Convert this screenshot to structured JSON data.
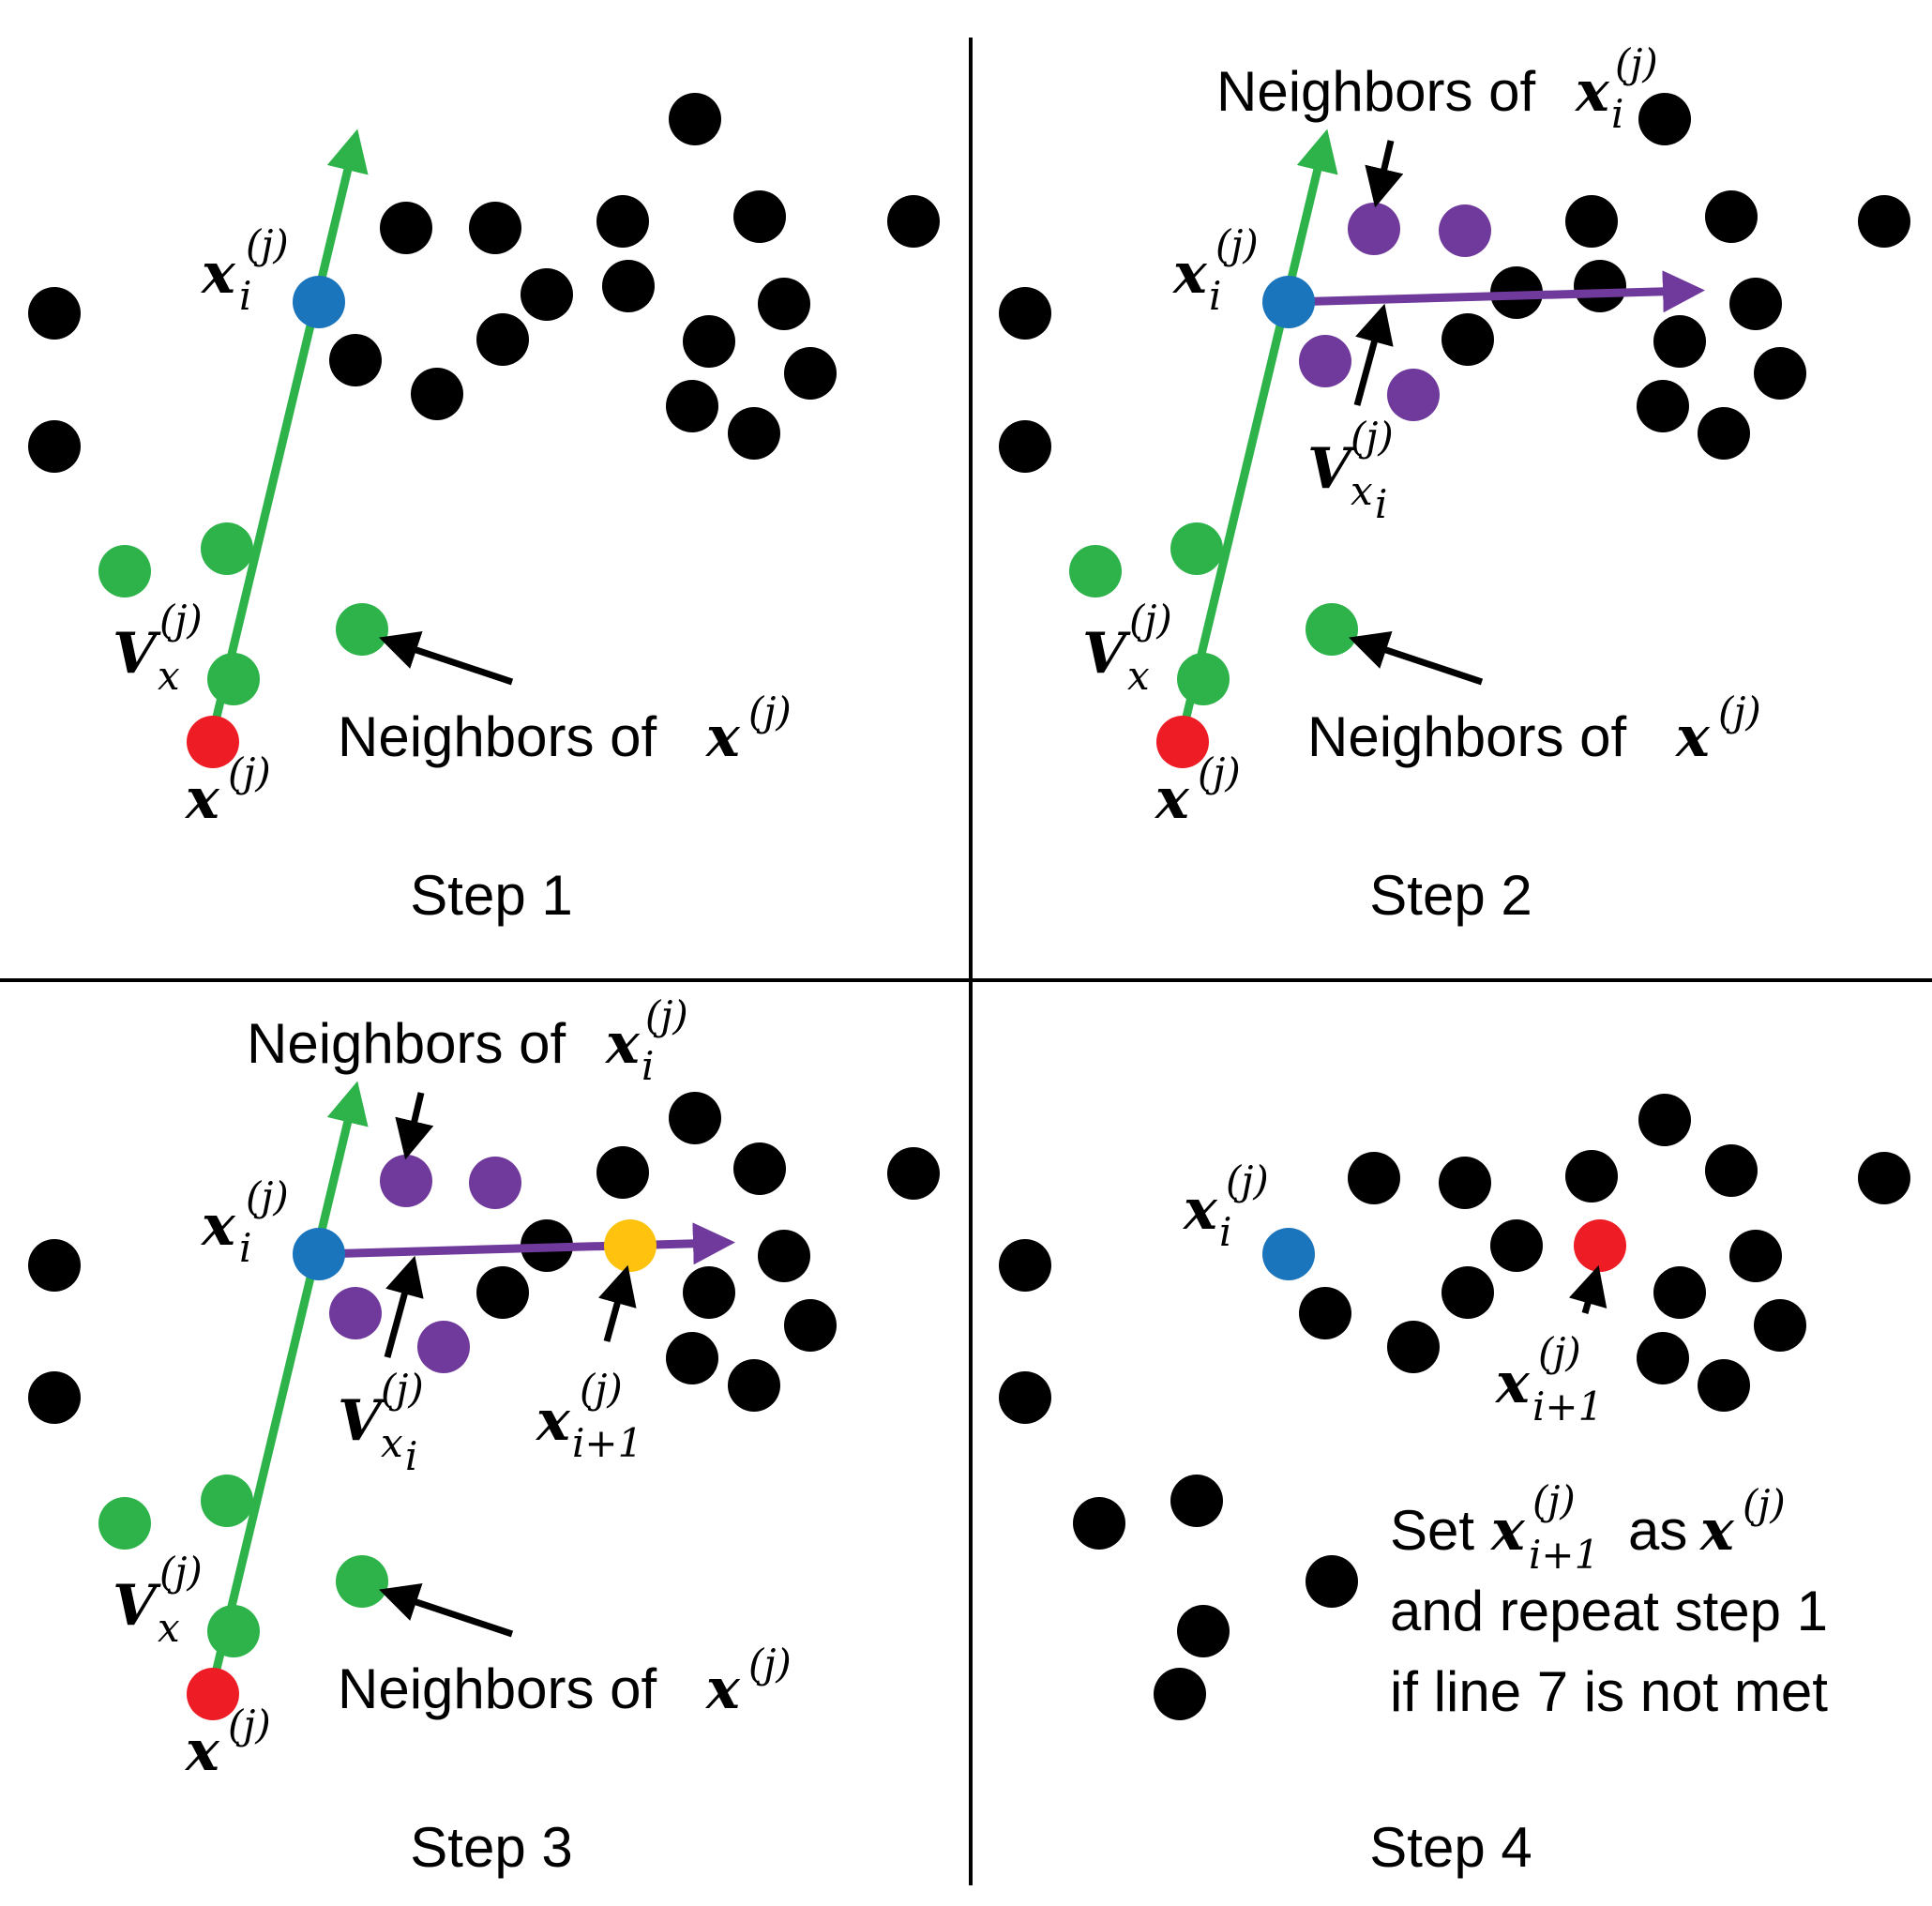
{
  "colors": {
    "black": "#000000",
    "green": "#2db34a",
    "red": "#ee1c24",
    "blue": "#1b75bc",
    "purple": "#6f3a9c",
    "yellow": "#ffc20e"
  },
  "panels": {
    "step1": {
      "title": "Step 1",
      "xi_label": "x",
      "xi_sup": "(j)",
      "xi_sub": "i",
      "vx_label": "V",
      "vx_sup": "(j)",
      "vx_sub": "x",
      "x_label": "x",
      "x_sup": "(j)",
      "nb_x_text": "Neighbors of",
      "nb_x_var": "x",
      "nb_x_sup": "(j)"
    },
    "step2": {
      "title": "Step 2",
      "xi_label": "x",
      "xi_sup": "(j)",
      "xi_sub": "i",
      "vx_label": "V",
      "vx_sup": "(j)",
      "vx_sub": "x",
      "x_label": "x",
      "x_sup": "(j)",
      "nb_x_text": "Neighbors of",
      "nb_x_var": "x",
      "nb_x_sup": "(j)",
      "nb_xi_text": "Neighbors of",
      "nb_xi_var": "x",
      "nb_xi_sup": "(j)",
      "nb_xi_sub": "i",
      "vxi_label": "V",
      "vxi_sup": "(j)",
      "vxi_sub": "x",
      "vxi_subsub": "i"
    },
    "step3": {
      "title": "Step 3",
      "xi_label": "x",
      "xi_sup": "(j)",
      "xi_sub": "i",
      "vx_label": "V",
      "vx_sup": "(j)",
      "vx_sub": "x",
      "x_label": "x",
      "x_sup": "(j)",
      "nb_x_text": "Neighbors of",
      "nb_x_var": "x",
      "nb_x_sup": "(j)",
      "nb_xi_text": "Neighbors of",
      "nb_xi_var": "x",
      "nb_xi_sup": "(j)",
      "nb_xi_sub": "i",
      "vxi_label": "V",
      "vxi_sup": "(j)",
      "vxi_sub": "x",
      "vxi_subsub": "i",
      "next_label": "x",
      "next_sup": "(j)",
      "next_sub": "i+1"
    },
    "step4": {
      "title": "Step 4",
      "xi_label": "x",
      "xi_sup": "(j)",
      "xi_sub": "i",
      "next_label": "x",
      "next_sup": "(j)",
      "next_sub": "i+1",
      "note_set": "Set",
      "note_var1": "x",
      "note_sup1": "(j)",
      "note_sub1": "i+1",
      "note_as": "as",
      "note_var2": "x",
      "note_sup2": "(j)",
      "note_line2": "and repeat step 1",
      "note_line3": "if line 7 is not met"
    }
  }
}
